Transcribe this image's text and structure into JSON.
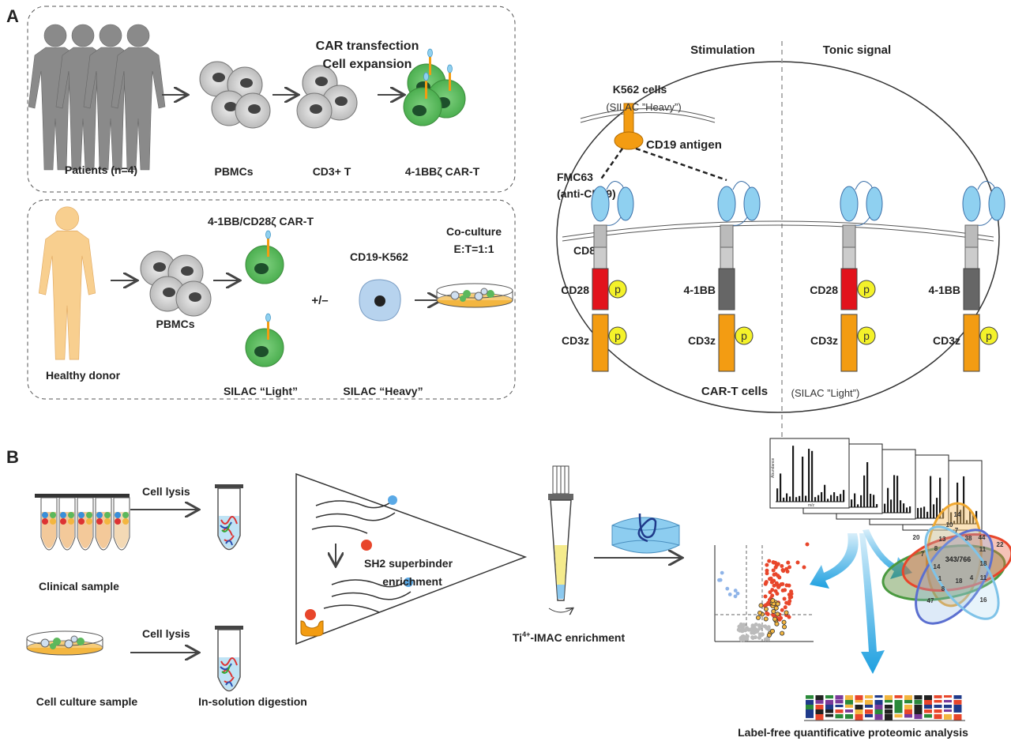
{
  "panel_a": {
    "label": "A",
    "top_box": {
      "patients": "Patients (n=4)",
      "pbmcs": "PBMCs",
      "cd3": "CD3+ T",
      "car_t": "4-1BBζ CAR-T",
      "step_line1": "CAR transfection",
      "step_line2": "Cell expansion"
    },
    "bottom_box": {
      "donor": "Healthy donor",
      "pbmcs": "PBMCs",
      "car_t": "4-1BB/CD28ζ CAR-T",
      "silac_light": "SILAC “Light”",
      "plus_minus": "+/–",
      "k562": "CD19-K562",
      "silac_heavy": "SILAC “Heavy”",
      "coculture_line1": "Co-culture",
      "coculture_line2": "E:T=1:1"
    },
    "cell_diagram": {
      "stimulation": "Stimulation",
      "tonic": "Tonic signal",
      "k562_cells": "K562 cells",
      "k562_silac": "(SILAC ”Heavy”)",
      "antigen": "CD19 antigen",
      "fmc63_line1": "FMC63",
      "fmc63_line2": "(anti-CD19)",
      "cd8a": "CD8a",
      "cd28": "CD28",
      "four1bb": "4-1BB",
      "cd3z": "CD3z",
      "p": "p",
      "car_t_cells": "CAR-T cells",
      "car_t_silac": "(SILAC ”Light”)"
    }
  },
  "panel_b": {
    "label": "B",
    "clinical": "Clinical sample",
    "culture": "Cell culture sample",
    "lysis1": "Cell lysis",
    "lysis2": "Cell lysis",
    "digestion": "In-solution digestion",
    "sh2_line1": "SH2 superbinder",
    "sh2_line2": "enrichment",
    "imac_prefix": "Ti",
    "imac_sup": "4+",
    "imac_suffix": "-IMAC enrichment",
    "spectrum_ylabel": "Abundance",
    "spectrum_xlabel": "m/z",
    "venn_center": "343/766",
    "venn_numbers": [
      "14",
      "10",
      "7",
      "38",
      "44",
      "22",
      "20",
      "13",
      "8",
      "11",
      "7",
      "14",
      "18",
      "1",
      "18",
      "4",
      "11",
      "8",
      "47",
      "16"
    ],
    "analysis": "Label-free quantificative proteomic analysis"
  },
  "colors": {
    "green_cell": "#5cb85c",
    "blue_cell": "#a9c8e8",
    "orange": "#f39c12",
    "red": "#d9131e",
    "arrow_blue": "#1ea0e0"
  }
}
